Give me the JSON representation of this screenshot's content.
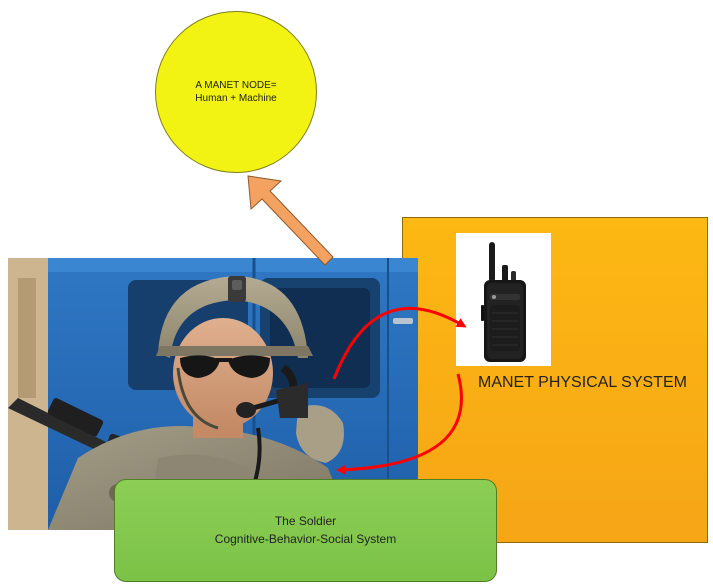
{
  "node": {
    "line1": "A MANET NODE=",
    "line2": "Human + Machine"
  },
  "physical_system": {
    "label": "MANET PHYSICAL SYSTEM"
  },
  "soldier": {
    "line1": "The Soldier",
    "line2": "Cognitive-Behavior-Social System"
  },
  "colors": {
    "node_fill": "#f2f213",
    "system_fill": "#fdb813",
    "soldier_fill": "#8cce55",
    "connector_arrow": "#f4a262",
    "flow_arrow": "#ff0000"
  },
  "images": {
    "photo": "soldier-photo",
    "device": "radio-photo"
  }
}
